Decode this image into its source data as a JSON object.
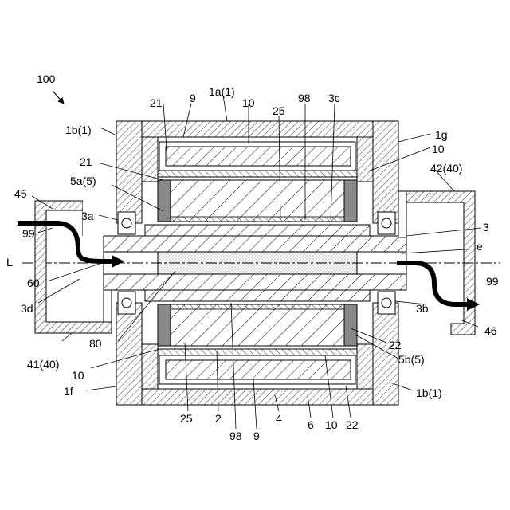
{
  "figure": {
    "labels": {
      "ref_100": "100",
      "l_1a": "1a(1)",
      "l_9_top": "9",
      "l_21_a": "21",
      "l_10_top": "10",
      "l_25_top": "25",
      "l_98_top": "98",
      "l_3c": "3c",
      "l_1b_left": "1b(1)",
      "l_1g": "1g",
      "l_21_b": "21",
      "l_10_right": "10",
      "l_42": "42(40)",
      "l_5a": "5a(5)",
      "l_45": "45",
      "l_3a": "3a",
      "l_99_left": "99",
      "l_3": "3",
      "l_L": "L",
      "l_e": "e",
      "l_60": "60",
      "l_3d": "3d",
      "l_99_right": "99",
      "l_3b": "3b",
      "l_46": "46",
      "l_80": "80",
      "l_22_a": "22",
      "l_5b": "5b(5)",
      "l_41": "41(40)",
      "l_10_left": "10",
      "l_1f": "1f",
      "l_1b_right": "1b(1)",
      "l_25_bot": "25",
      "l_2": "2",
      "l_98_bot": "98",
      "l_9_bot": "9",
      "l_4": "4",
      "l_6": "6",
      "l_10_bot": "10",
      "l_22_b": "22"
    }
  }
}
